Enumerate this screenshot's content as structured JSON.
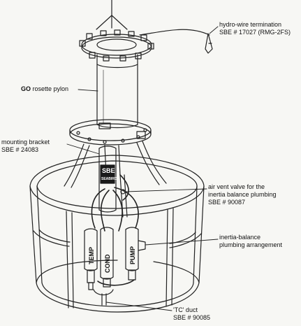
{
  "labels": {
    "hydro_wire": {
      "line1": "hydro-wire termination",
      "line2": "SBE # 17027  (RMG-2FS)"
    },
    "rosette": {
      "prefix": "GO",
      "text": " rosette pylon"
    },
    "bracket": {
      "line1": "mounting bracket",
      "line2": "SBE # 24083"
    },
    "air_vent": {
      "line1": "air vent valve for the",
      "line2": "inertia balance plumbing",
      "line3": "SBE # 90087"
    },
    "inertia": {
      "line1": "inertia-balance",
      "line2": "plumbing arrangement"
    },
    "tc_duct": {
      "line1": "'TC' duct",
      "line2": "SBE # 90085"
    }
  },
  "device_labels": {
    "sbe": "SBE",
    "sbe_sub": "SEABIRD",
    "temp": "TEMP",
    "cond": "COND",
    "pump": "PUMP"
  }
}
